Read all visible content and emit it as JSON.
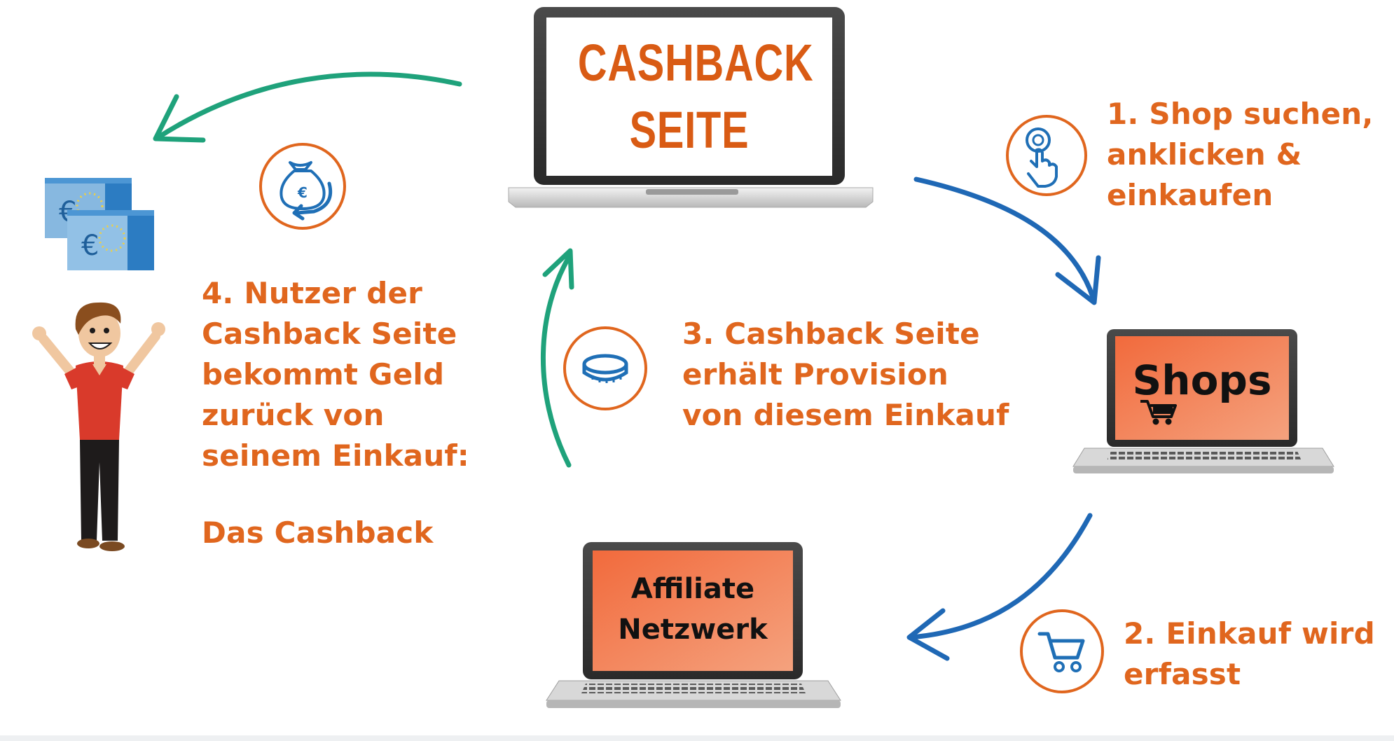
{
  "diagram": {
    "center_laptop": {
      "line1": "CASHBACK",
      "line2": "SEITE"
    },
    "shops_laptop": {
      "label": "Shops"
    },
    "affiliate_laptop": {
      "line1": "Affiliate",
      "line2": "Netzwerk"
    },
    "steps": {
      "step1": {
        "lines": [
          "1. Shop suchen,",
          "anklicken &",
          "einkaufen"
        ],
        "icon": "hand-pointer-icon"
      },
      "step2": {
        "lines": [
          "2. Einkauf wird",
          "erfasst"
        ],
        "icon": "shopping-cart-icon"
      },
      "step3": {
        "lines": [
          "3. Cashback Seite",
          "erhält Provision",
          "von diesem Einkauf"
        ],
        "icon": "coin-icon"
      },
      "step4": {
        "lines": [
          "4. Nutzer der",
          "Cashback Seite",
          "bekommt Geld",
          "zurück von",
          "seinem Einkauf:"
        ],
        "extra": "Das Cashback",
        "icon": "money-bag-icon"
      }
    },
    "colors": {
      "orange_text": "#e0661e",
      "cashback_orange": "#d95b14",
      "screen_orange": "#f07048",
      "blue_arrow": "#1f68b5",
      "green_arrow": "#1fa27b",
      "icon_ring": "#e0661e",
      "icon_blue": "#1f6fb6"
    }
  }
}
